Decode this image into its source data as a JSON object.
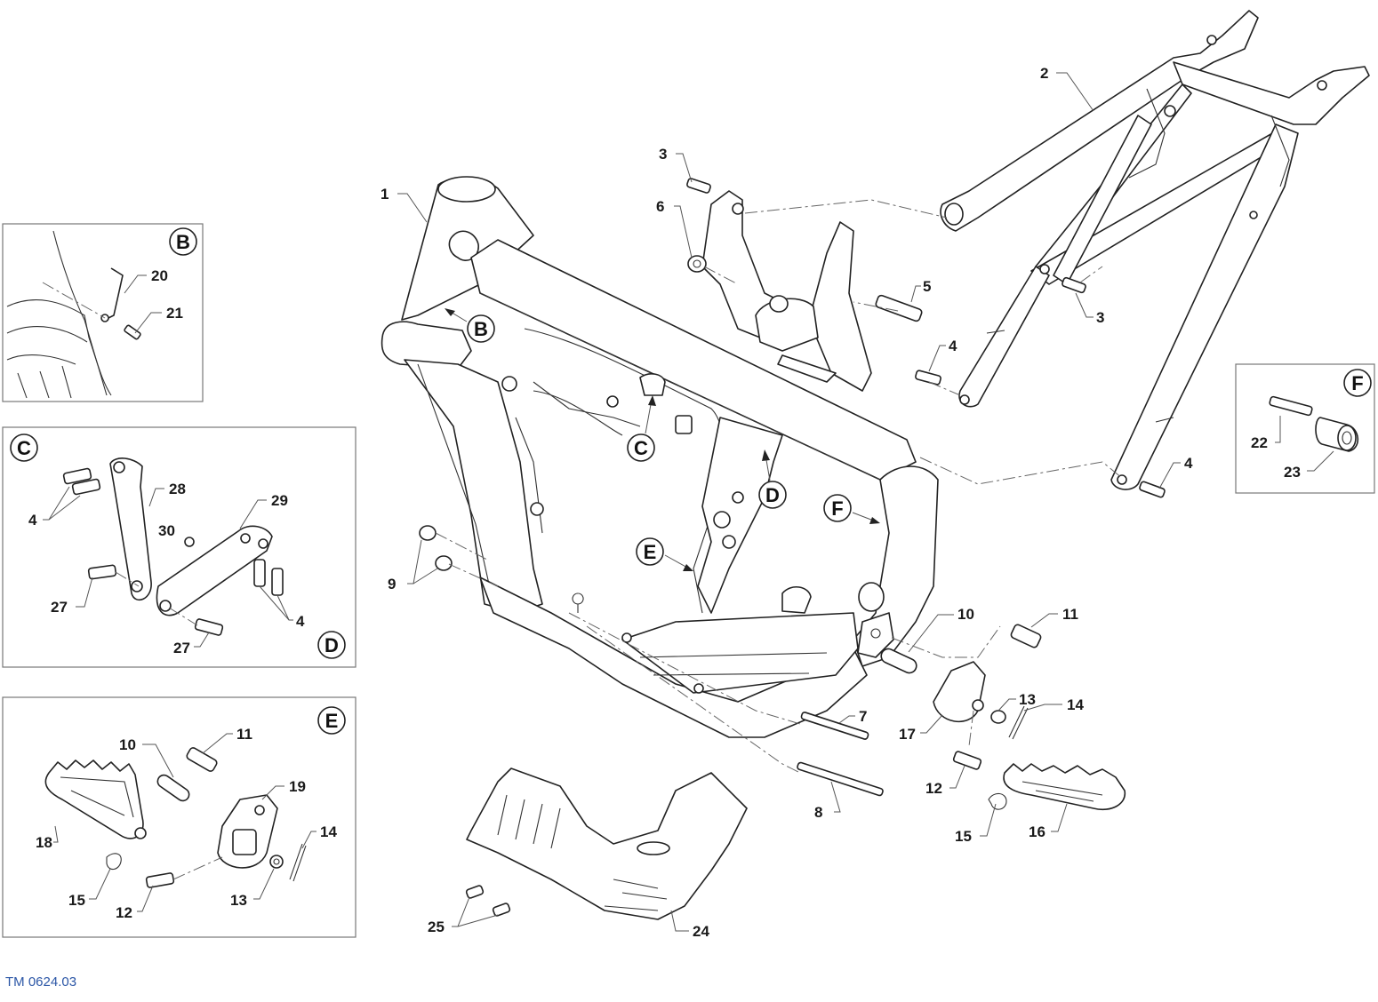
{
  "reference_code": "TM 0624.03",
  "main_callouts": [
    "1",
    "2",
    "3",
    "6",
    "5",
    "4",
    "3",
    "4",
    "9",
    "10",
    "11",
    "7",
    "17",
    "13",
    "14",
    "12",
    "8",
    "15",
    "16",
    "24",
    "25"
  ],
  "view_markers": [
    "B",
    "C",
    "D",
    "E",
    "F"
  ],
  "panel_B": {
    "title": "B",
    "callouts": [
      "20",
      "21"
    ]
  },
  "panel_C": {
    "title": "C",
    "title2": "D",
    "callouts": [
      "28",
      "29",
      "30",
      "4",
      "27",
      "27",
      "4"
    ]
  },
  "panel_E": {
    "title": "E",
    "callouts": [
      "11",
      "10",
      "19",
      "14",
      "18",
      "15",
      "12",
      "13"
    ]
  },
  "panel_F": {
    "title": "F",
    "callouts": [
      "22",
      "23"
    ]
  },
  "colors": {
    "line": "#222222",
    "reference_text": "#2b56a6"
  }
}
